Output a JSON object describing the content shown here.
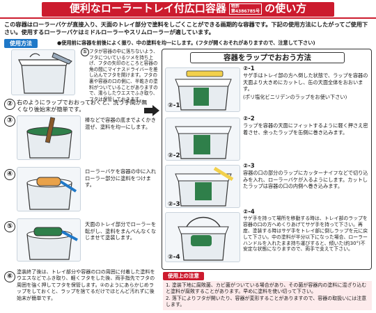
{
  "title": {
    "text": "便利なローラートレイ付広口容器",
    "patent_line1": "特許",
    "patent_line2": "第4386785号",
    "suffix": "の使い方"
  },
  "intro": "この容器はローラーバケが直接入り、天面のトレイ部分で塗料をしごくことができる画期的な容器です。下記の使用方法にしたがってご使用下さい。使用するローラーバケはミドルローラーやスリムローラーが適しています。",
  "method": {
    "label": "使用方法",
    "note": "●使用前に容器を前後によく振り、中の塗料を均一にします。(フタが開くおそれがありますので、注意して下さい)"
  },
  "steps": [
    {
      "num": "①",
      "text": "フタが容器の中に落ちないよう、フタについているツメを持ち上げ、フタの矢印のところと容器の角の間にマイナスドライバーを差し込んでフタを開けます。フタの裏や容器の口の側に、半乾きの塗料がついていることがありますので、濡らしたウエスでふき取り、フタは保管しておきます。"
    },
    {
      "num": "②",
      "text": "右のようにラップでおおっておくと、洗う手間が無くなり後始末が簡単です。"
    },
    {
      "num": "③",
      "text": "棒などで容器の底までよくかき混ぜ、塗料を均一にします。"
    },
    {
      "num": "④",
      "text": "ローラーバケを容器の中に入れローラー部分に塗料をつけます。"
    },
    {
      "num": "⑤",
      "text": "天面のトレイ部分でローラーを転がし、塗料をまんべんなくなじませて塗装します。"
    },
    {
      "num": "⑥",
      "text": "塗装終了後は、トレイ部分や容器の口の周囲に付着した塗料をウエスなどでふき取り、軽くフタをした後、両手指先でフタの周囲を強く押してフタを保管します。②のようにあらかじめラップをしておくと、ラップを捨てるだけでほとんど汚れずに後始末が簡単です。"
    }
  ],
  "wrap": {
    "title": "容器をラップでおおう方法",
    "steps": [
      {
        "label": "②-1",
        "text": "サゲ手はトレイ部の方へ倒した状態で、ラップを容器の天面より大きめにカットし、缶の天面全体をおおいます。",
        "sub": "(ポリ塩化ビニリデンのラップをお使い下さい)"
      },
      {
        "label": "②-2",
        "text": "ラップを容器の天面にフィットするように軽く押さえ密着させ、余ったラップを缶側に巻き込みます。"
      },
      {
        "label": "②-3",
        "text": "容器の口の部分のラップにカッターナイフなどで切り込みを入れ、ローラーバケが入るようにします。カットしたラップは容器の口の内側へ巻き込みます。"
      },
      {
        "label": "②-4",
        "text": "サゲ手を持って場所を移動する時は、トレイ部のラップを容器の口の方へめくりあげてサゲ手を持って下さい。再度、塗装する時はサゲ手をトレイ部に倒しラップを元に戻して下さい。中の塗料が半分以下になった場合、ローラーハンドルを入れたまま持ち運びすると、傾いた(約30°)不安定な状態になりますので、両手で支えて下さい。"
      }
    ]
  },
  "caution": {
    "label": "使用上の注意",
    "items": [
      "1. 塗装下地に腐敗菌、カビ菌がついている場合があり、その菌が容器内の塗料に混ざり込むと塗料が腐敗することがあります。早めに塗料を使い切って下さい。",
      "2. 落下によりフタが開いたり、容器が変形することがありますので、容器の取扱いには注意します。"
    ]
  },
  "colors": {
    "accent": "#cc1b2e",
    "blue": "#1f78c8",
    "ink": "#2f7f4a"
  }
}
